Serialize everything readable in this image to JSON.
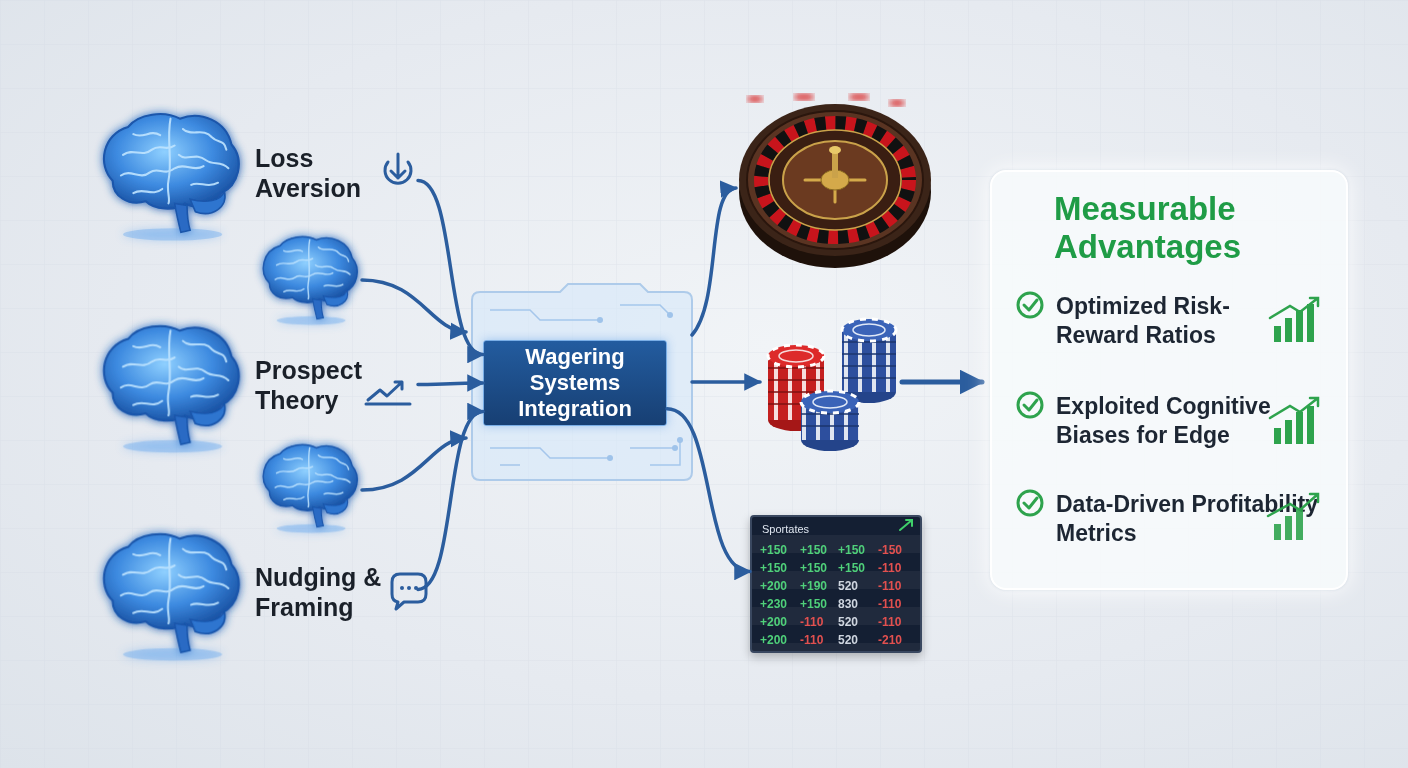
{
  "diagram": {
    "nodes": [
      {
        "text": [
          "Loss Aversion"
        ]
      },
      {
        "text": [
          "Prospect Theory"
        ]
      },
      {
        "text": [
          "Nudging & Framing"
        ]
      },
      {
        "text": [
          "Wagering Systems Integration"
        ]
      },
      {
        "text": [
          "Sportates"
        ]
      },
      {
        "text": [
          "Measurable Advantages",
          "Optimized Risk-Reward Ratios",
          "Exploited Cognitive Biases for Edge",
          "Data-Driven Profitability Metrics"
        ]
      }
    ],
    "edges": [
      {
        "from": 0,
        "to": 3,
        "arrow": "to"
      },
      {
        "from": 1,
        "to": 3,
        "arrow": "to"
      },
      {
        "from": 2,
        "to": 3,
        "arrow": "to"
      },
      {
        "from": 3,
        "to": 4,
        "arrow": "to"
      }
    ],
    "labels": [
      "+150",
      "+150",
      "+150",
      "-150",
      "+150",
      "+150",
      "+150",
      "-110",
      "+200",
      "+190",
      "520",
      "-110",
      "+230",
      "+150",
      "830",
      "-110",
      "+200",
      "-110",
      "520",
      "-110",
      "+200",
      "-110",
      "520",
      "-210"
    ]
  }
}
